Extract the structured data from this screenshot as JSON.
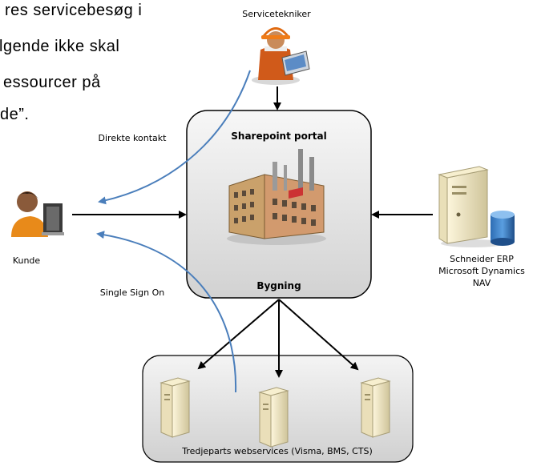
{
  "body_text_lines": [
    "res servicebesøg i",
    "lgende ikke skal",
    "essourcer på",
    "de”."
  ],
  "nodes": {
    "servicetekniker": "Servicetekniker",
    "kunde": "Kunde",
    "portal_title": "Sharepoint portal",
    "portal_subtitle": "Bygning",
    "erp_line1": "Schneider ERP",
    "erp_line2": "Microsoft Dynamics",
    "erp_line3": "NAV",
    "webservices": "Tredjeparts webservices (Visma, BMS, CTS)"
  },
  "edges": {
    "direkte_kontakt": "Direkte kontakt",
    "single_sign_on": "Single Sign On"
  },
  "colors": {
    "curve_arrow": "#4a7ebb",
    "portal_fill": "#e6e6e6",
    "portal_stroke": "#000000",
    "arrow": "#000000"
  }
}
